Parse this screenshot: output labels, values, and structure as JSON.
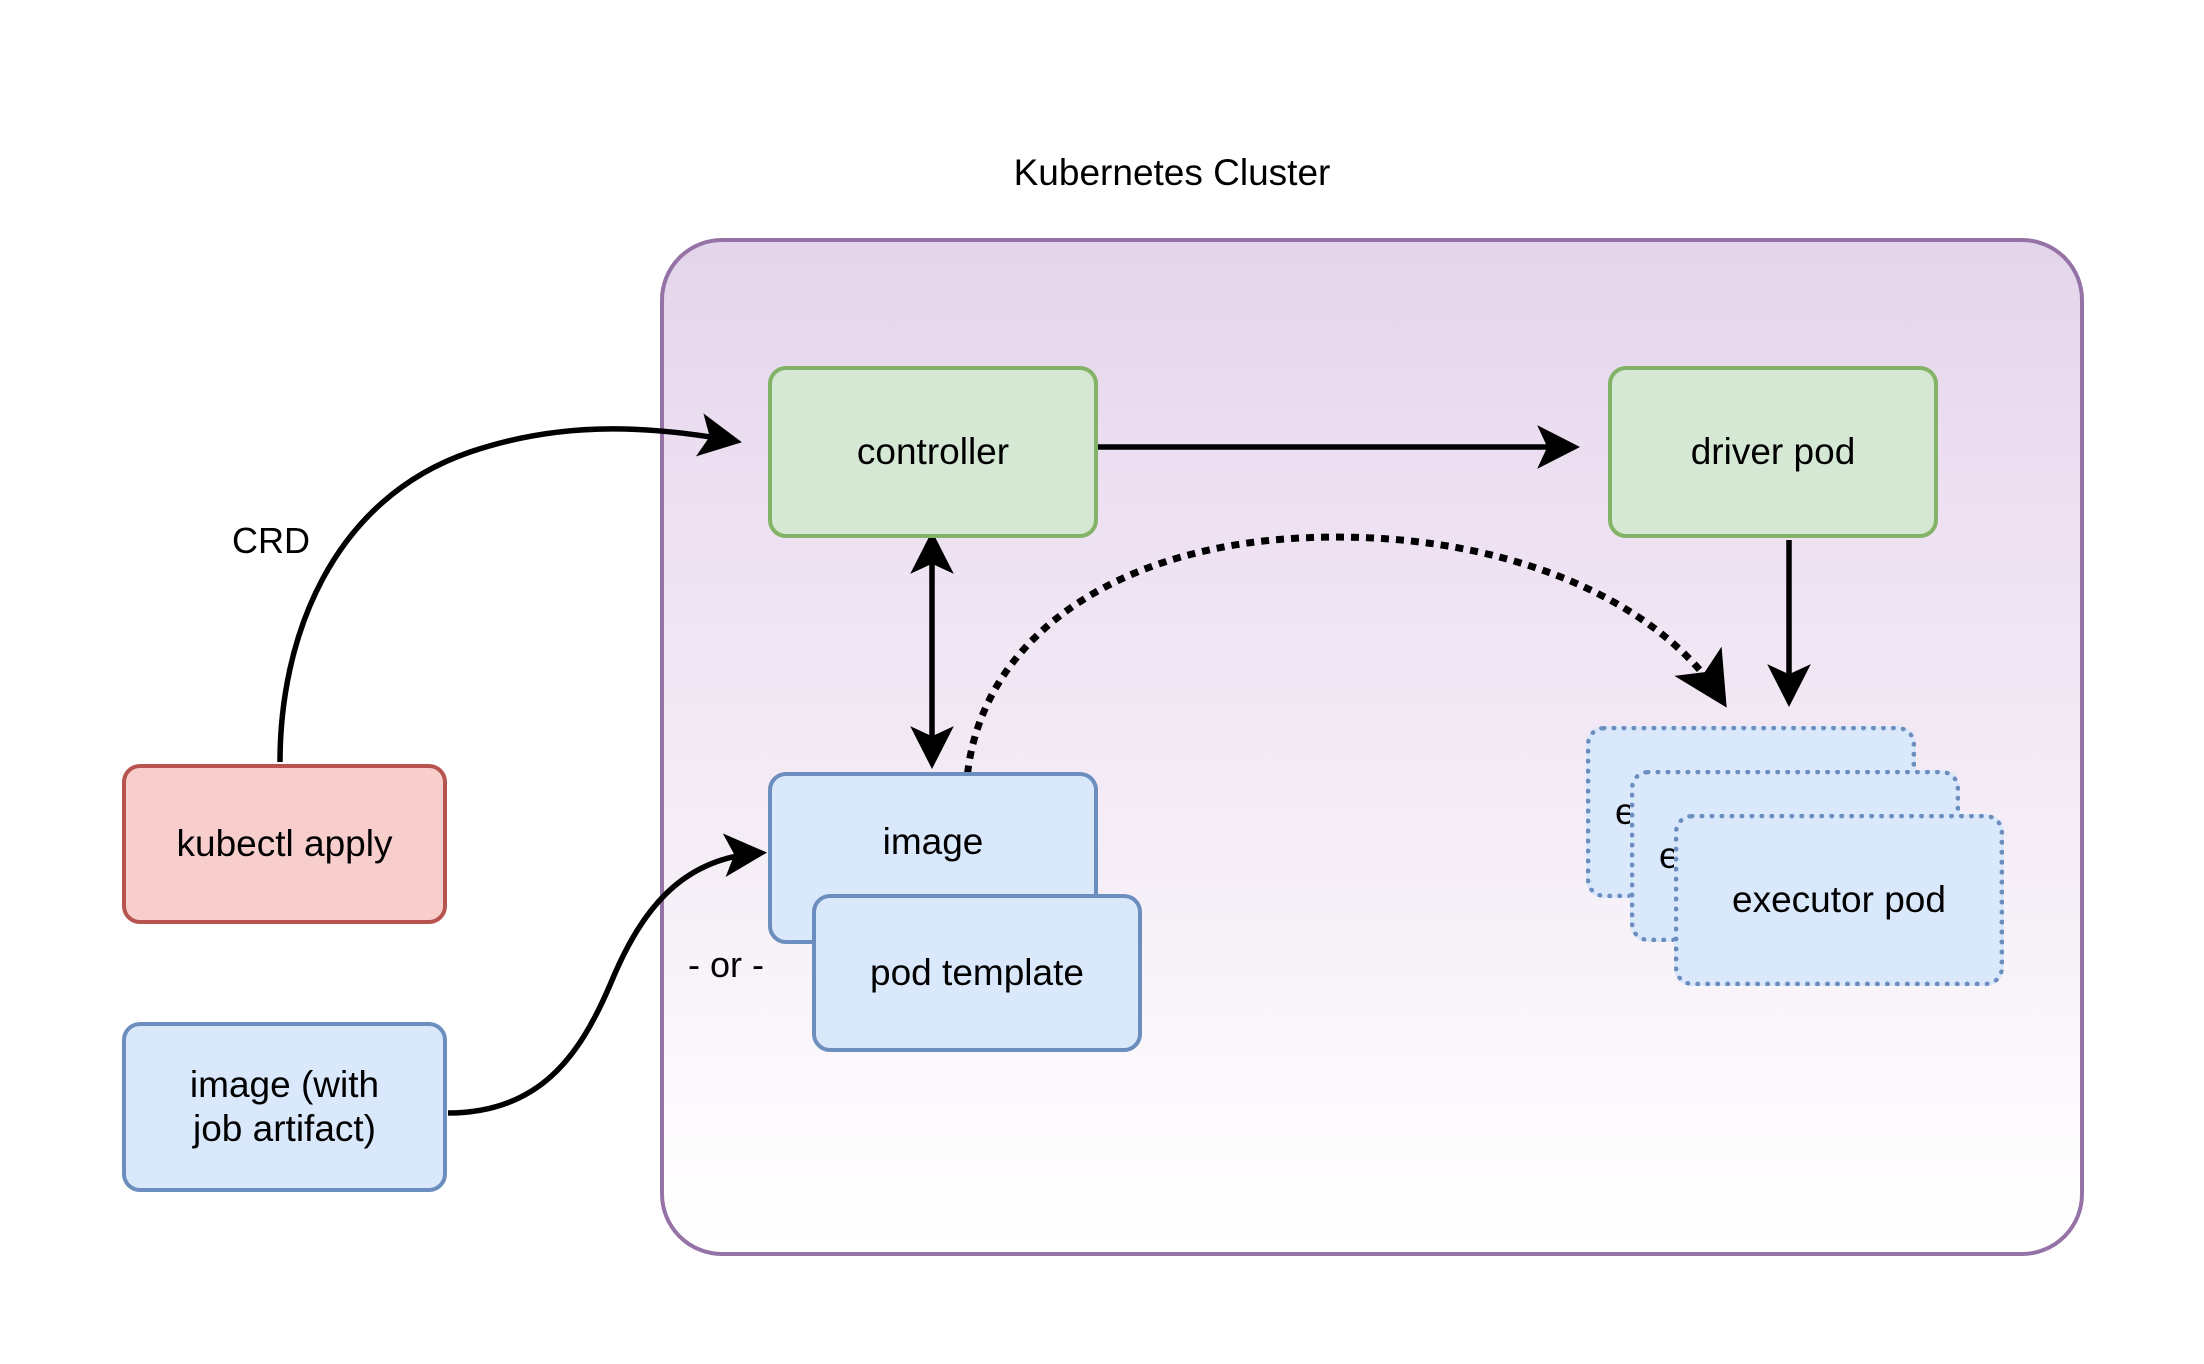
{
  "diagram": {
    "title": "Kubernetes Cluster",
    "background_color": "#ffffff",
    "cluster": {
      "label": "Kubernetes Cluster",
      "border_color": "#9673a6",
      "fill_top": "#e3d5ea",
      "fill_bottom": "#ffffff"
    },
    "palette": {
      "green_fill": "#d5e8d4",
      "green_stroke": "#82b366",
      "red_fill": "#f8cecc",
      "red_stroke": "#b85450",
      "blue_fill": "#dae8fc",
      "blue_stroke": "#6c8ebf",
      "edge_color": "#000000"
    },
    "nodes": [
      {
        "id": "kubectl-apply",
        "label": "kubectl apply",
        "style": "red",
        "inside_cluster": false
      },
      {
        "id": "image-artifact",
        "label": "image (with\njob artifact)",
        "style": "blue",
        "inside_cluster": false
      },
      {
        "id": "controller",
        "label": "controller",
        "style": "green",
        "inside_cluster": true
      },
      {
        "id": "driver-pod",
        "label": "driver pod",
        "style": "green",
        "inside_cluster": true
      },
      {
        "id": "image",
        "label": "image",
        "style": "blue",
        "inside_cluster": true
      },
      {
        "id": "pod-template",
        "label": "pod template",
        "style": "blue",
        "inside_cluster": true
      },
      {
        "id": "executor-pod-1",
        "label": "executor pod",
        "style": "blue-dotted",
        "inside_cluster": true
      },
      {
        "id": "executor-pod-2",
        "label": "executor pod",
        "style": "blue-dotted",
        "inside_cluster": true
      },
      {
        "id": "executor-pod-3",
        "label": "executor pod",
        "style": "blue-dotted",
        "inside_cluster": true
      }
    ],
    "edges": [
      {
        "id": "kubectl-to-controller",
        "from": "kubectl apply",
        "to": "controller",
        "label": "CRD",
        "style": "solid",
        "arrow": "single"
      },
      {
        "id": "controller-to-driver",
        "from": "controller",
        "to": "driver pod",
        "label": "",
        "style": "solid",
        "arrow": "single"
      },
      {
        "id": "controller-image-both",
        "from": "controller",
        "to": "image",
        "label": "",
        "style": "solid",
        "arrow": "double"
      },
      {
        "id": "artifact-to-image",
        "from": "image (with job artifact)",
        "to": "image",
        "label": "- or -",
        "style": "solid",
        "arrow": "single"
      },
      {
        "id": "image-to-executors",
        "from": "image",
        "to": "executor pod",
        "label": "",
        "style": "dotted",
        "arrow": "single"
      },
      {
        "id": "driver-to-executors",
        "from": "driver pod",
        "to": "executor pod",
        "label": "",
        "style": "solid",
        "arrow": "single"
      }
    ],
    "labels": {
      "crd": "CRD",
      "or": "- or -"
    }
  }
}
